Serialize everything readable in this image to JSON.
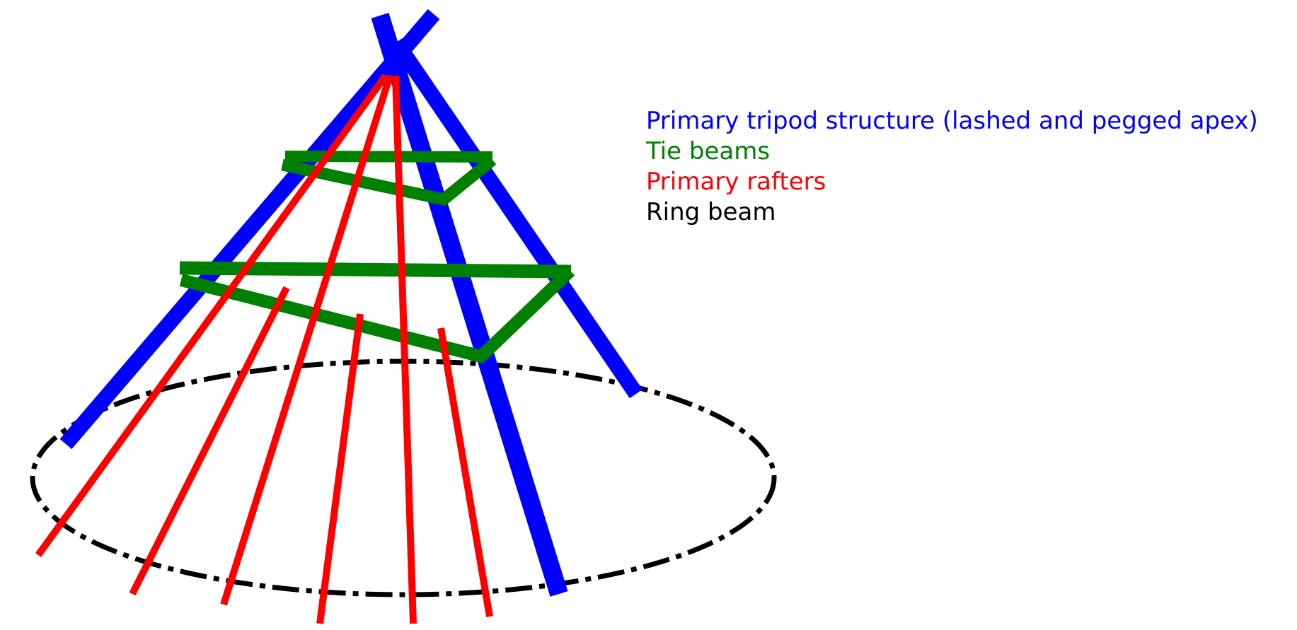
{
  "legend": {
    "items": [
      {
        "key": "tripod",
        "label": "Primary tripod structure (lashed and pegged apex)",
        "color": "#0000ff"
      },
      {
        "key": "tie",
        "label": "Tie beams",
        "color": "#008000"
      },
      {
        "key": "rafter",
        "label": "Primary rafters",
        "color": "#ff0000"
      },
      {
        "key": "ring",
        "label": "Ring beam",
        "color": "#000000"
      }
    ]
  },
  "counts": {
    "tripod_poles": 3,
    "tie_beam_levels": 2,
    "primary_rafters": 6,
    "ring_beams": 1
  }
}
